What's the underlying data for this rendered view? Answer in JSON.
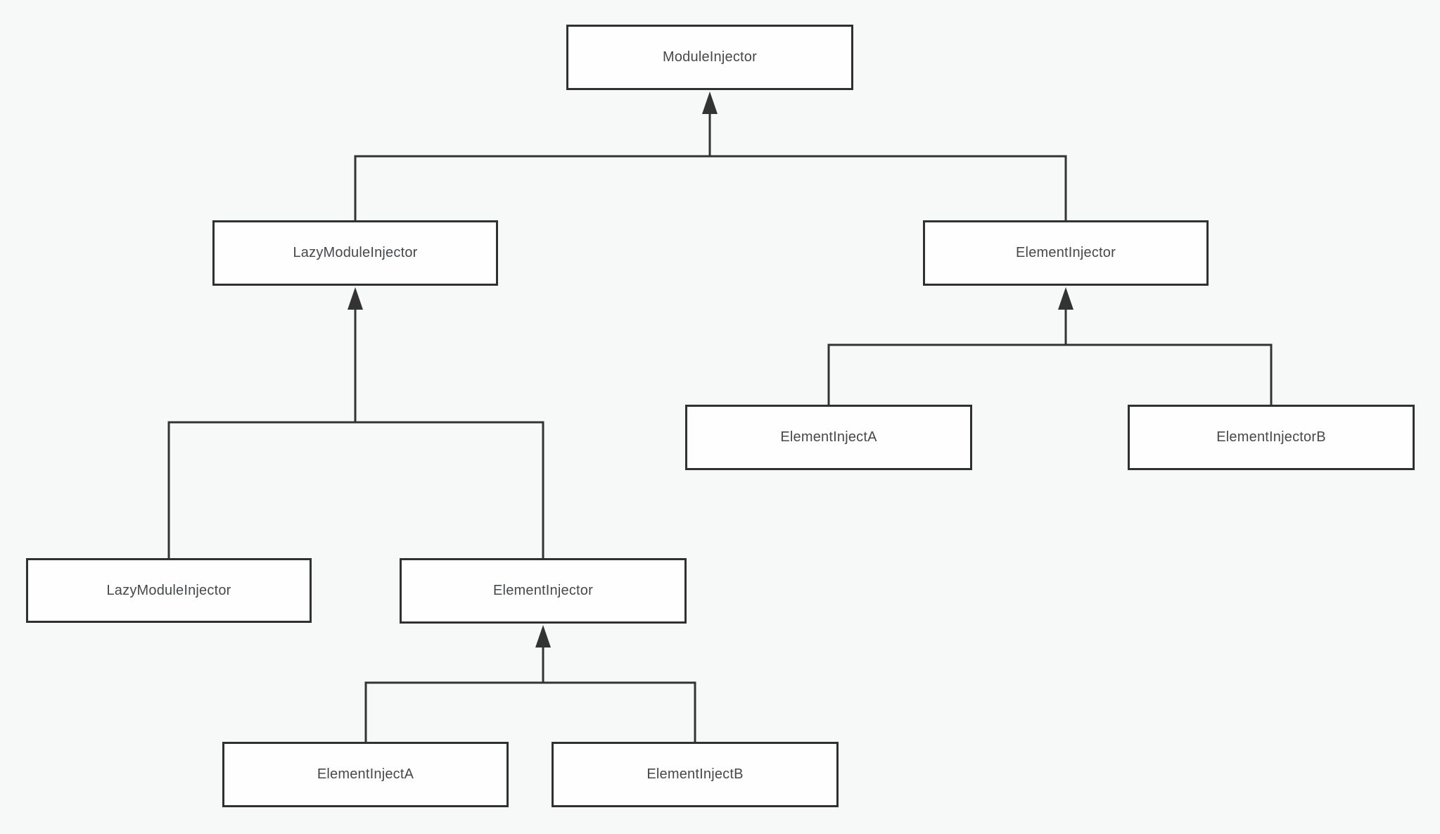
{
  "colors": {
    "background": "#f7f8f8",
    "node_fill": "#fefefe",
    "node_border": "#303030",
    "connector_line": "#333333",
    "label_text": "#46484b"
  },
  "nodes": [
    {
      "id": "module-injector",
      "label": "ModuleInjector"
    },
    {
      "id": "lazy-module-injector-top",
      "label": "LazyModuleInjector"
    },
    {
      "id": "element-injector-top",
      "label": "ElementInjector"
    },
    {
      "id": "element-inject-a-right",
      "label": "ElementInjectA"
    },
    {
      "id": "element-injector-b",
      "label": "ElementInjectorB"
    },
    {
      "id": "lazy-module-injector-bottom",
      "label": "LazyModuleInjector"
    },
    {
      "id": "element-injector-mid",
      "label": "ElementInjector"
    },
    {
      "id": "element-inject-a-bottom",
      "label": "ElementInjectA"
    },
    {
      "id": "element-inject-b-bottom",
      "label": "ElementInjectB"
    }
  ],
  "edges": [
    {
      "from": "lazy-module-injector-top",
      "to": "module-injector",
      "arrowhead_at": "parent"
    },
    {
      "from": "element-injector-top",
      "to": "module-injector",
      "arrowhead_at": "parent"
    },
    {
      "from": "lazy-module-injector-bottom",
      "to": "lazy-module-injector-top",
      "arrowhead_at": "parent"
    },
    {
      "from": "element-injector-mid",
      "to": "lazy-module-injector-top",
      "arrowhead_at": "parent"
    },
    {
      "from": "element-inject-a-right",
      "to": "element-injector-top",
      "arrowhead_at": "parent"
    },
    {
      "from": "element-injector-b",
      "to": "element-injector-top",
      "arrowhead_at": "parent"
    },
    {
      "from": "element-inject-a-bottom",
      "to": "element-injector-mid",
      "arrowhead_at": "parent"
    },
    {
      "from": "element-inject-b-bottom",
      "to": "element-injector-mid",
      "arrowhead_at": "parent"
    }
  ]
}
